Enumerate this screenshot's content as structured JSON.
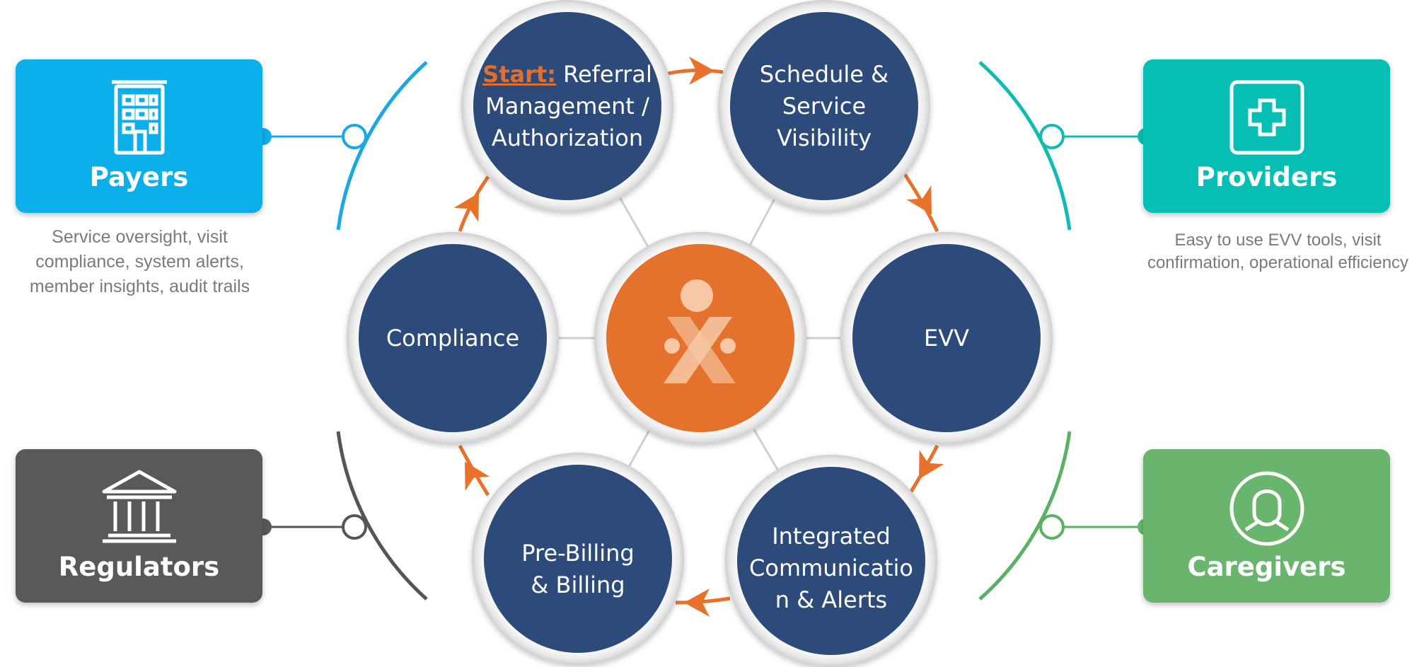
{
  "center_logo_icon": "person-x-logo",
  "colors": {
    "node_fill": "#2c4a7a",
    "center_fill": "#e4722c",
    "arrow": "#e8722b",
    "payers": "#0bb0ea",
    "providers": "#06bfb4",
    "regulators": "#595959",
    "caregivers": "#6ab56d",
    "description_text": "#7a7a7a"
  },
  "stakeholders": {
    "payers": {
      "label": "Payers",
      "icon": "building-icon",
      "description": [
        "Service oversight, visit",
        "compliance, system alerts,",
        "member insights, audit trails"
      ]
    },
    "providers": {
      "label": "Providers",
      "icon": "medical-cross-icon",
      "description": [
        "Easy to use EVV tools, visit",
        "confirmation, operational efficiency"
      ]
    },
    "regulators": {
      "label": "Regulators",
      "icon": "government-building-icon"
    },
    "caregivers": {
      "label": "Caregivers",
      "icon": "person-icon"
    }
  },
  "cycle": {
    "referral": {
      "start_prefix": "Start:",
      "line1_rest": " Referral",
      "line2": "Management /",
      "line3": "Authorization"
    },
    "schedule": [
      "Schedule &",
      "Service",
      "Visibility"
    ],
    "evv": [
      "EVV"
    ],
    "integrated": [
      "Integrated",
      "Communicatio",
      "n & Alerts"
    ],
    "billing": [
      "Pre-Billing",
      "& Billing"
    ],
    "compliance": [
      "Compliance"
    ]
  }
}
